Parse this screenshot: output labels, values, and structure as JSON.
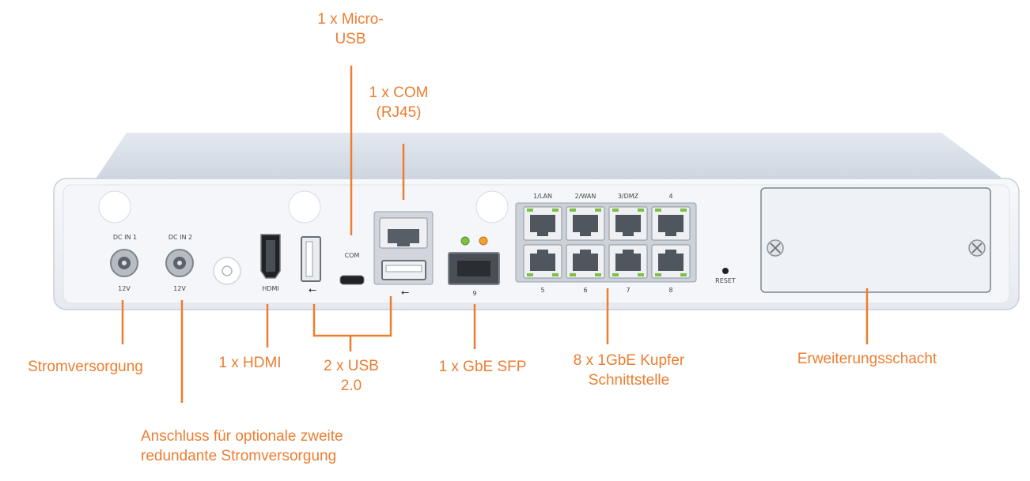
{
  "colors": {
    "callout": "#ed7d31",
    "chassis": "#eef1f5",
    "chassis_top": "#d7dde6",
    "port_green": "#7ec043",
    "port_orange": "#f0a030"
  },
  "device": {
    "port_labels": {
      "dc_in_1": "DC IN 1",
      "dc_in_2": "DC IN 2",
      "volt_1": "12V",
      "volt_2": "12V",
      "hdmi": "HDMI",
      "com": "COM",
      "sfp": "9",
      "lan_top": [
        "1/LAN",
        "2/WAN",
        "3/DMZ",
        "4"
      ],
      "lan_bottom": [
        "5",
        "6",
        "7",
        "8"
      ],
      "reset": "RESET"
    }
  },
  "callouts": {
    "micro_usb": [
      "1 x Micro-",
      "USB"
    ],
    "com": [
      "1 x COM",
      "(RJ45)"
    ],
    "power": "Stromversorgung",
    "hdmi": "1 x HDMI",
    "usb": [
      "2 x USB",
      "2.0"
    ],
    "sfp": "1 x  GbE SFP",
    "copper": [
      "8 x 1GbE Kupfer",
      "Schnittstelle"
    ],
    "expansion": "Erweiterungsschacht",
    "redundant": [
      "Anschluss für optionale zweite",
      "redundante Stromversorgung"
    ]
  }
}
